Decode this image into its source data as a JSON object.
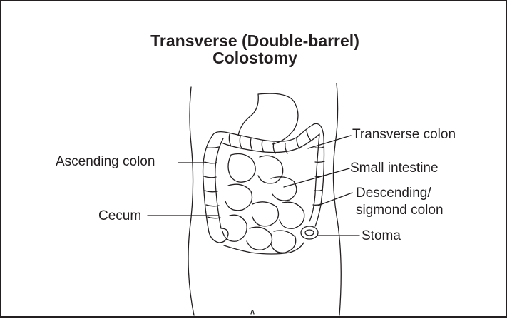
{
  "diagram": {
    "title_line1": "Transverse (Double-barrel)",
    "title_line2": "Colostomy",
    "labels": {
      "ascending_colon": "Ascending colon",
      "cecum": "Cecum",
      "transverse_colon": "Transverse colon",
      "small_intestine": "Small intestine",
      "descending_line1": "Descending/",
      "descending_line2": "sigmond colon",
      "stoma": "Stoma"
    }
  }
}
